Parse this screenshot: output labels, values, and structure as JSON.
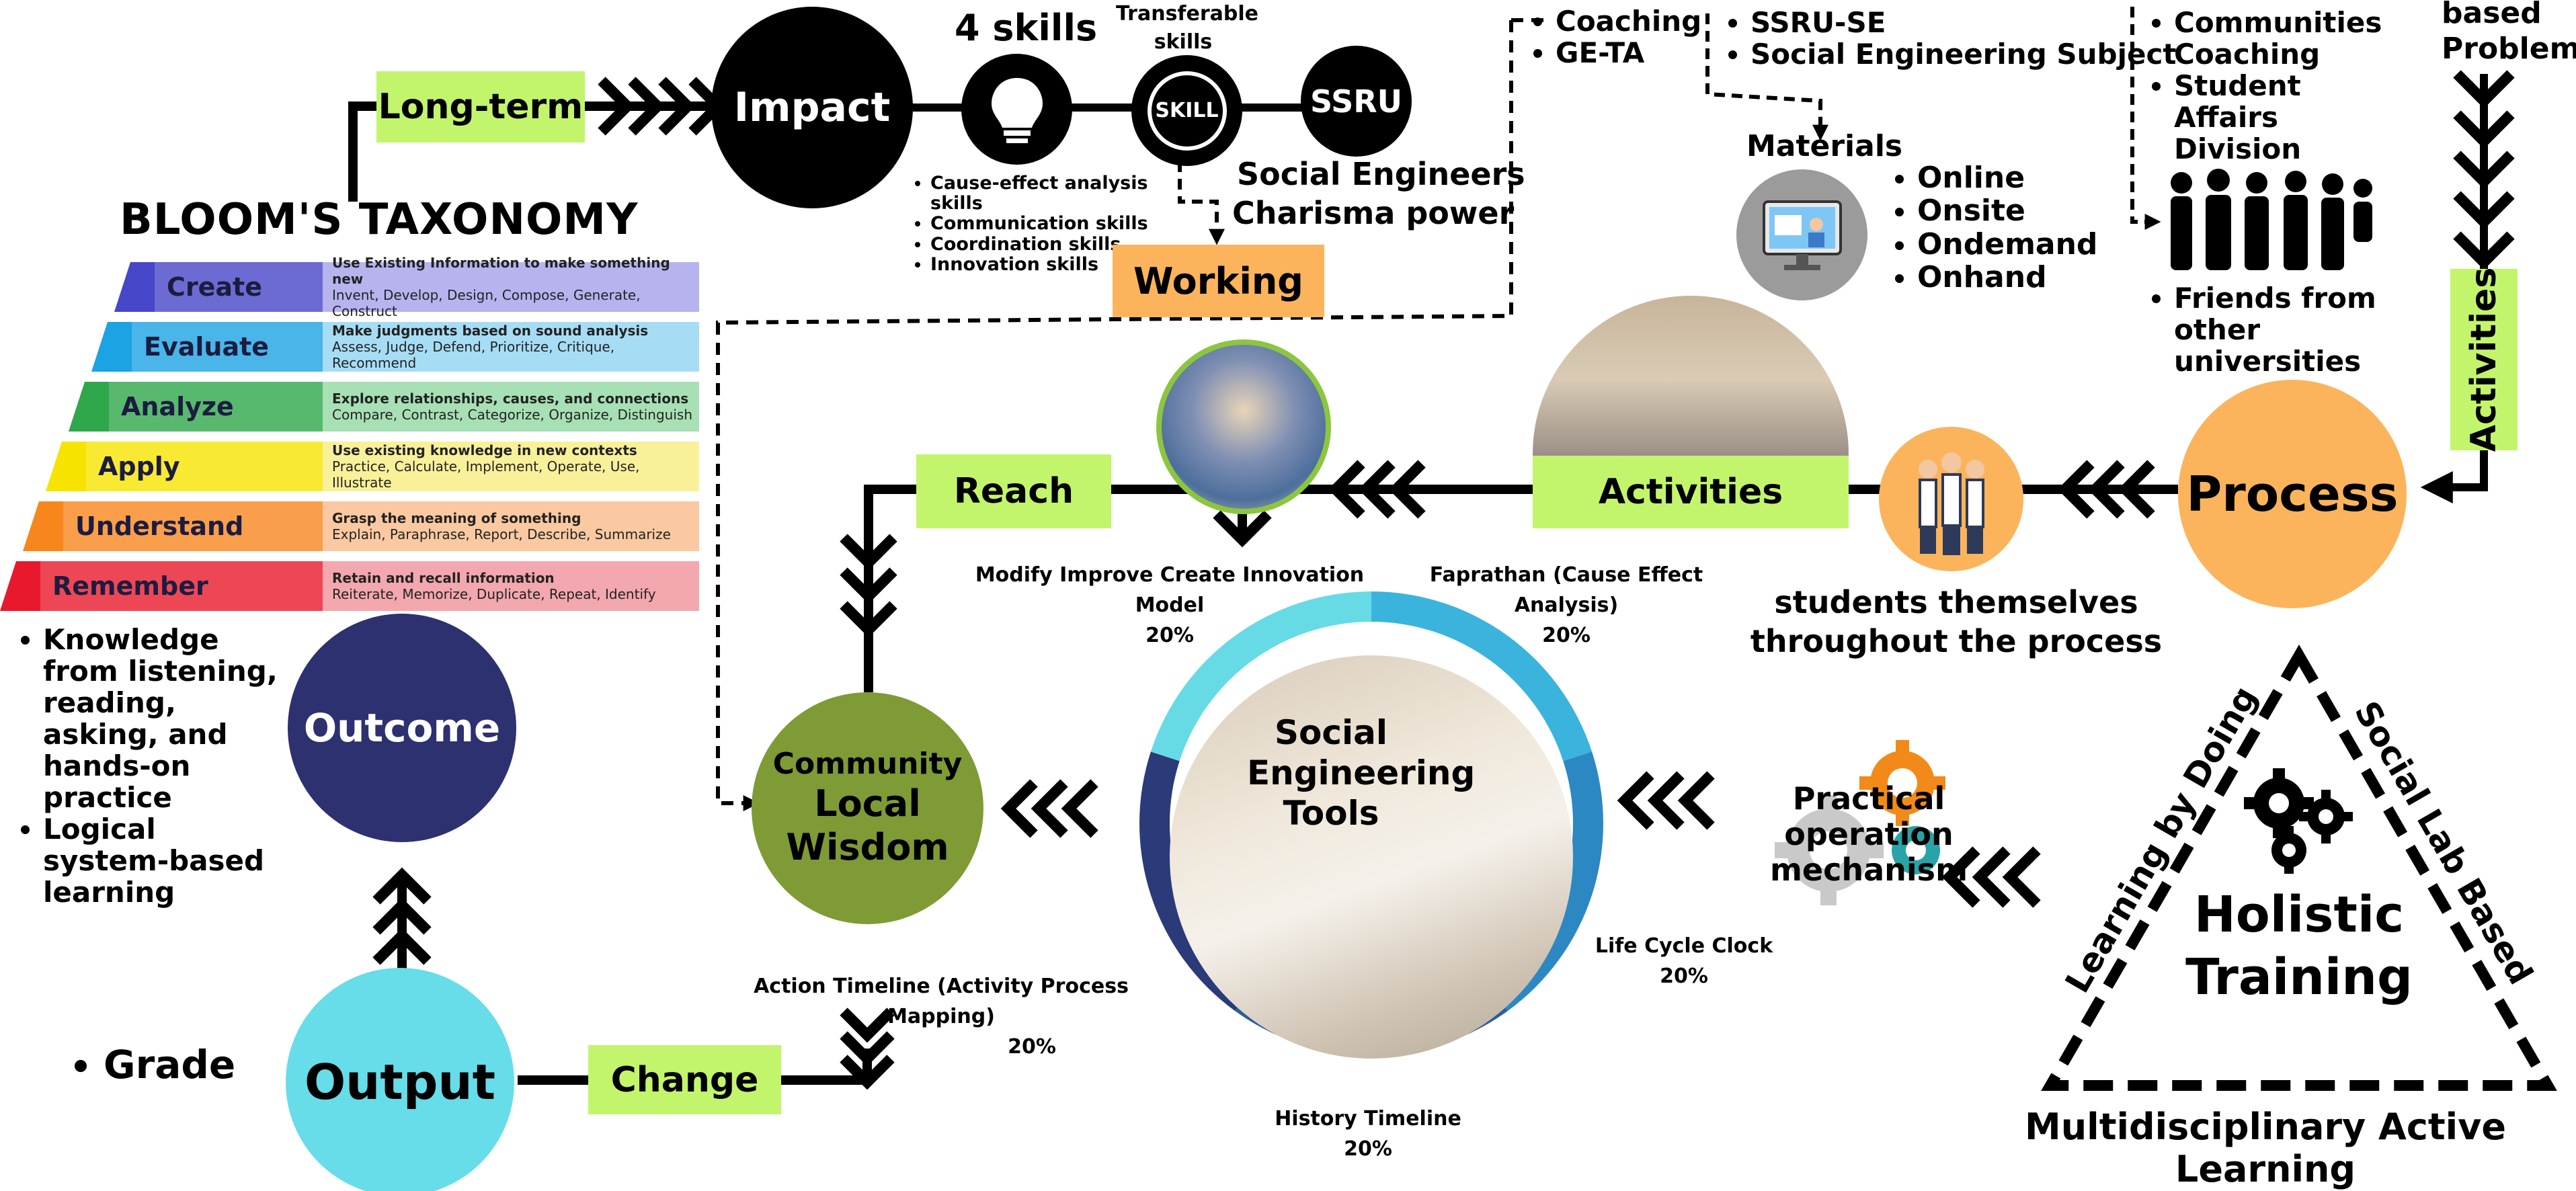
{
  "bloom": {
    "title": "BLOOM'S TAXONOMY",
    "levels": [
      {
        "name": "Create",
        "heading": "Use Existing Information to make something new",
        "verbs": "Invent, Develop, Design, Compose, Generate, Construct",
        "color": "#4646c8",
        "light": "#b7b3ef"
      },
      {
        "name": "Evaluate",
        "heading": "Make judgments based on sound analysis",
        "verbs": "Assess, Judge, Defend, Prioritize, Critique, Recommend",
        "color": "#1ba3e3",
        "light": "#a6ddf5"
      },
      {
        "name": "Analyze",
        "heading": "Explore relationships, causes, and connections",
        "verbs": "Compare, Contrast, Categorize, Organize, Distinguish",
        "color": "#2ea84a",
        "light": "#a7e0b4"
      },
      {
        "name": "Apply",
        "heading": "Use existing knowledge in new contexts",
        "verbs": "Practice, Calculate, Implement, Operate, Use, Illustrate",
        "color": "#f6e400",
        "light": "#f9f19a"
      },
      {
        "name": "Understand",
        "heading": "Grasp the meaning of something",
        "verbs": "Explain, Paraphrase, Report, Describe, Summarize",
        "color": "#f7861d",
        "light": "#fbc9a1"
      },
      {
        "name": "Remember",
        "heading": "Retain and recall information",
        "verbs": "Reiterate, Memorize, Duplicate, Repeat, Identify",
        "color": "#e8192c",
        "light": "#f3a7ae"
      }
    ]
  },
  "top": {
    "long_term": "Long-term",
    "impact": "Impact",
    "four_skills": "4 skills",
    "transferable": "Transferable skills",
    "skill_badge": "SKILL",
    "ssru": "SSRU",
    "skills_list": [
      "Cause-effect analysis skills",
      "Communication skills",
      "Coordination skills",
      "Innovation skills"
    ],
    "social_engineers": "Social Engineers",
    "charisma": "Charisma power",
    "working": "Working",
    "coaching_list": [
      "Coaching",
      "GE-TA"
    ],
    "ssru_list": [
      "SSRU-SE",
      "Social Engineering Subject"
    ],
    "materials": "Materials",
    "materials_list": [
      "Online",
      "Onsite",
      "Ondemand",
      "Onhand"
    ],
    "communities_list": [
      "Communities Coaching",
      "Student Affairs Division"
    ],
    "friends_list": [
      "Friends from other universities"
    ],
    "based_problems": "based Problems",
    "activities_vertical": "Activities"
  },
  "middle": {
    "reach": "Reach",
    "activities": "Activities",
    "process": "Process",
    "modify_label": "Modify Improve Create Innovation Model",
    "modify_pct": "20%",
    "faprathan_label": "Faprathan (Cause Effect Analysis)",
    "faprathan_pct": "20%",
    "students": "students themselves throughout the process"
  },
  "left": {
    "outcome": "Outcome",
    "outcome_list": [
      "Knowledge from listening, reading, asking, and hands-on practice",
      "Logical system-based learning"
    ],
    "output": "Output",
    "grade": "Grade",
    "change": "Change"
  },
  "bottom": {
    "community_1": "Community",
    "community_2": "Local Wisdom",
    "tools_title": "Social Engineering Tools",
    "action_label": "Action Timeline (Activity Process Mapping)",
    "action_pct": "20%",
    "life_label": "Life Cycle Clock",
    "life_pct": "20%",
    "history_label": "History Timeline",
    "history_pct": "20%",
    "practical": "Practical operation mechanism",
    "learning_by_doing": "Learning by Doing",
    "social_lab": "Social Lab Based",
    "holistic": "Holistic Training",
    "multi": "Multidisciplinary Active Learning"
  },
  "ring": {
    "segments": [
      {
        "label": "Life Cycle Clock",
        "value": 20,
        "color": "#3ab4dc"
      },
      {
        "label": "History Timeline",
        "value": 20,
        "color": "#2c88c3"
      },
      {
        "label": "Action Timeline (Activity Process Mapping)",
        "value": 20,
        "color": "#2c5d9c"
      },
      {
        "label": "Modify Improve Create Innovation Model",
        "value": 20,
        "color": "#2b3a78"
      },
      {
        "label": "Faprathan (Cause Effect Analysis)",
        "value": 20,
        "color": "#66dbe6"
      }
    ]
  },
  "colors": {
    "green": "#c2f56c",
    "outcome": "#2d3170",
    "output": "#66dde9",
    "community": "#7f9b35",
    "process": "#fbb45c",
    "working": "#fbb45c"
  }
}
